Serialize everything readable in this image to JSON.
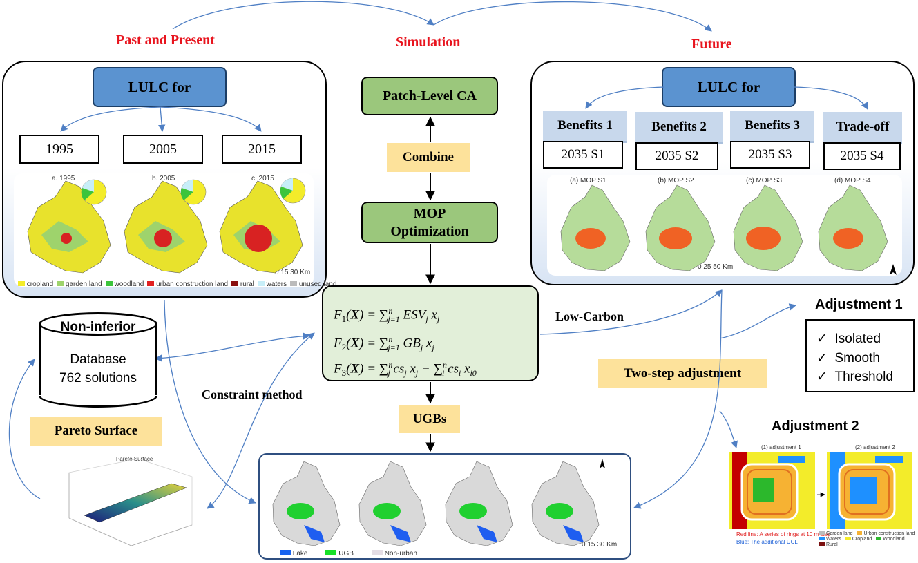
{
  "headings": {
    "past": "Past and Present",
    "simulation": "Simulation",
    "future": "Future"
  },
  "past_panel": {
    "title": "LULC for",
    "years": [
      "1995",
      "2005",
      "2015"
    ],
    "map_captions": [
      "a. 1995",
      "b. 2005",
      "c. 2015"
    ],
    "scale": "0  15  30 Km",
    "legend": [
      "cropland",
      "garden land",
      "woodland",
      "urban construction land",
      "rural",
      "waters",
      "unused land"
    ]
  },
  "center": {
    "patch_ca": "Patch-Level CA",
    "combine": "Combine",
    "mop": "MOP Optimization",
    "formulas": {
      "f1": "F1(X) = ∑nj=1 ESVj xj",
      "f2": "F2(X) = ∑nj=1 GBj xj",
      "f3": "F3(X) = ∑nj csj xj − ∑ni csi xi0"
    },
    "ugbs": "UGBs",
    "ugb_legend": [
      "Lake",
      "UGB",
      "Non-urban"
    ],
    "ugb_scale": "0  15 30  Km"
  },
  "future_panel": {
    "title": "LULC for",
    "benefits": [
      {
        "head": "Benefits 1",
        "value": "2035  S1"
      },
      {
        "head": "Benefits 2",
        "value": "2035  S2"
      },
      {
        "head": "Benefits 3",
        "value": "2035  S3"
      },
      {
        "head": "Trade-off",
        "value": "2035  S4"
      }
    ],
    "map_captions": [
      "(a) MOP S1",
      "(b) MOP S2",
      "(c) MOP S3",
      "(d) MOP S4"
    ],
    "scale": "0    25    50 Km"
  },
  "database": {
    "title": "Non-inferior",
    "line1": "Database",
    "line2": "762 solutions"
  },
  "labels": {
    "pareto": "Pareto Surface",
    "pareto_chart_title": "Pareto Surface",
    "constraint": "Constraint method",
    "low_carbon": "Low-Carbon",
    "two_step": "Two-step adjustment"
  },
  "adjustment1": {
    "title": "Adjustment 1",
    "items": [
      "Isolated",
      "Smooth",
      "Threshold"
    ]
  },
  "adjustment2": {
    "title": "Adjustment 2",
    "sub1": "(1) adjustment 1",
    "sub2": "(2) adjustment 2",
    "note_red": "Red line: A series of rings at 10 m step",
    "note_blue": "Blue: The additional UCL",
    "legend": [
      "Garden land",
      "Urban construction land",
      "Waters",
      "Cropland",
      "Woodland",
      "Rural"
    ]
  },
  "colors": {
    "red_heading": "#e8141e",
    "blue_box": "#5b93d0",
    "green_box": "#9bc77c",
    "yellow_label": "#fde29b",
    "formula_bg": "#e2efd9",
    "arrow_blue": "#4f7fc4"
  }
}
